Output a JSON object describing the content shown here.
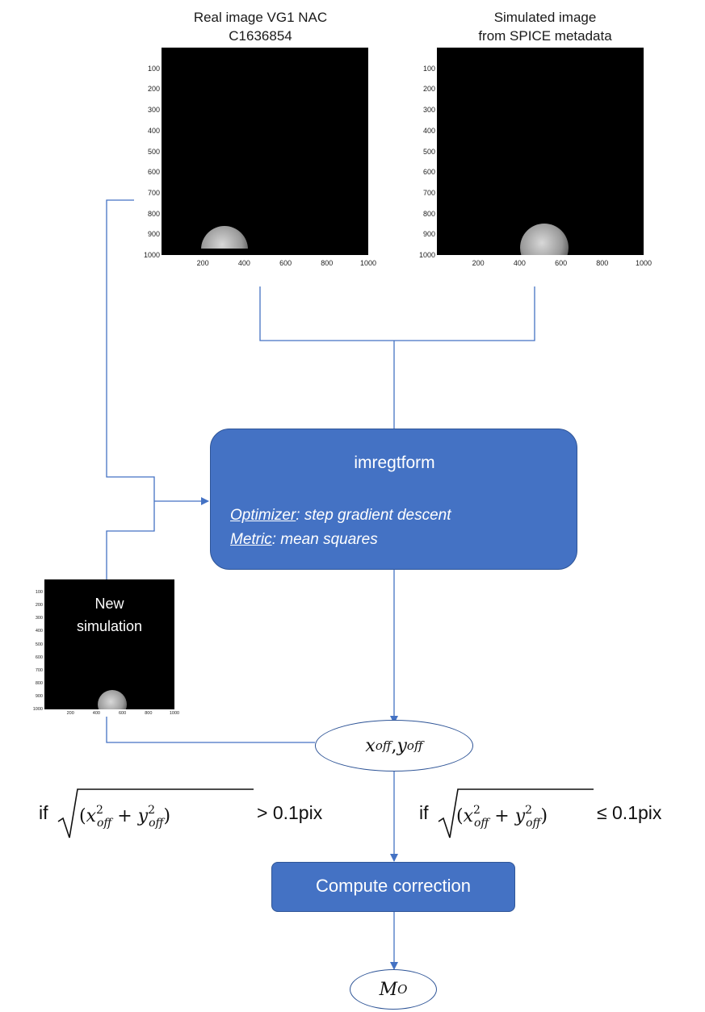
{
  "panels": {
    "real": {
      "title_line1": "Real image VG1 NAC",
      "title_line2": "C1636854"
    },
    "simulated": {
      "title_line1": "Simulated image",
      "title_line2": "from SPICE metadata"
    },
    "new_sim": {
      "label_line1": "New",
      "label_line2": "simulation"
    }
  },
  "axis": {
    "y_ticks": [
      "100",
      "200",
      "300",
      "400",
      "500",
      "600",
      "700",
      "800",
      "900",
      "1000"
    ],
    "x_ticks": [
      "200",
      "400",
      "600",
      "800",
      "1000"
    ]
  },
  "registration": {
    "title": "imregtform",
    "optimizer_label": "Optimizer",
    "optimizer_value": ": step gradient descent",
    "metric_label": "Metric",
    "metric_value": ": mean squares"
  },
  "offset_node": {
    "x": "x",
    "y": "y",
    "subscript": "off",
    "sep": ", "
  },
  "condition_left": {
    "if": "if",
    "op": "> 0.1pix"
  },
  "condition_right": {
    "if": "if",
    "op": "≤ 0.1pix"
  },
  "correction": {
    "label": "Compute correction"
  },
  "output_node": {
    "symbol": "M",
    "subscript": "O"
  },
  "colors": {
    "box_fill": "#4472c4",
    "box_border": "#2f5597",
    "line": "#4472c4"
  }
}
